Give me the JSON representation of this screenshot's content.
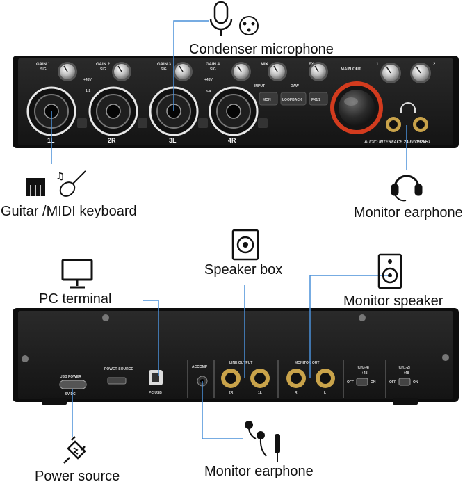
{
  "callouts": {
    "condenser_microphone": "Condenser microphone",
    "guitar_midi_keyboard": "Guitar /MIDI keyboard",
    "monitor_earphone_top": "Monitor earphone",
    "speaker_box": "Speaker box",
    "pc_terminal": "PC terminal",
    "monitor_speaker": "Monitor speaker",
    "power_source": "Power source",
    "monitor_earphone_bottom": "Monitor earphone"
  },
  "front_panel": {
    "gain_labels": [
      "GAIN 1",
      "GAIN 2",
      "GAIN 3",
      "GAIN 4"
    ],
    "sig_label": "SIG",
    "phantom_12": "+48V",
    "phantom_12_ch": "1-2",
    "phantom_34": "+48V",
    "phantom_34_ch": "3-4",
    "mix_label": "MIX",
    "input_label": "INPUT",
    "daw_label": "DAW",
    "fx_label": "FX",
    "main_out_label": "MAIN OUT",
    "out_1": "1",
    "out_2": "2",
    "mon_button": "MON",
    "loopback_button": "LOOPBACK",
    "fx12_button": "FX1/2",
    "port_labels": [
      "1L",
      "2R",
      "3L",
      "4R"
    ],
    "model_text": "AUDIO INTERFACE 24-bit/192kHz"
  },
  "rear_panel": {
    "usb_power_label": "USB POWER",
    "power_source_label": "POWER SOURCE",
    "dc_label": "5V DC",
    "pc_usb_label": "PC USB",
    "accomp_label": "ACCOMP",
    "line_output_label": "LINE OUTPUT",
    "line_out_ports": [
      "2R",
      "1L"
    ],
    "monitor_out_label": "MONITOR OUT",
    "monitor_out_ports": [
      "R",
      "L"
    ],
    "ch34_label": "(CH3-4)",
    "ch12_label": "(CH1-2)",
    "phantom_label": "+48",
    "off_label": "OFF",
    "on_label": "ON"
  },
  "colors": {
    "callout_line": "#4a90d9",
    "panel_body": "#1a1a1a",
    "jack_gold": "#c9a34a",
    "main_knob_ring": "#d23b1e"
  }
}
